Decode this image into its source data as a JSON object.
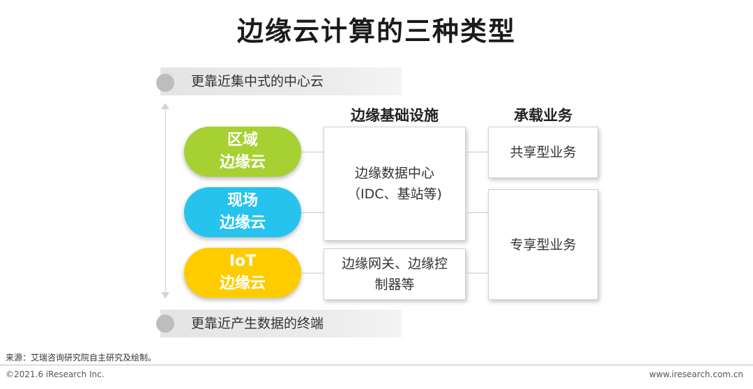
{
  "title": "边缘云计算的三种类型",
  "top_band": {
    "label": "更靠近集中式的中心云"
  },
  "bottom_band": {
    "label": "更靠近产生数据的终端"
  },
  "columns": {
    "infrastructure": "边缘基础设施",
    "services": "承载业务"
  },
  "clouds": [
    {
      "line1": "区域",
      "line2": "边缘云",
      "color": "#a7d132"
    },
    {
      "line1": "现场",
      "line2": "边缘云",
      "color": "#27c3ef"
    },
    {
      "line1": "IoT",
      "line2": "边缘云",
      "color": "#ffcc00"
    }
  ],
  "infra_boxes": [
    {
      "line1": "边缘数据中心",
      "line2": "（IDC、基站等)"
    },
    {
      "line1": "边缘网关、边缘控",
      "line2": "制器等"
    }
  ],
  "service_boxes": [
    {
      "label": "共享型业务"
    },
    {
      "label": "专享型业务"
    }
  ],
  "footer": {
    "source": "来源：艾瑞咨询研究院自主研究及绘制。",
    "copyright": "©2021.6 iResearch Inc.",
    "website": "www.iresearch.com.cn"
  }
}
